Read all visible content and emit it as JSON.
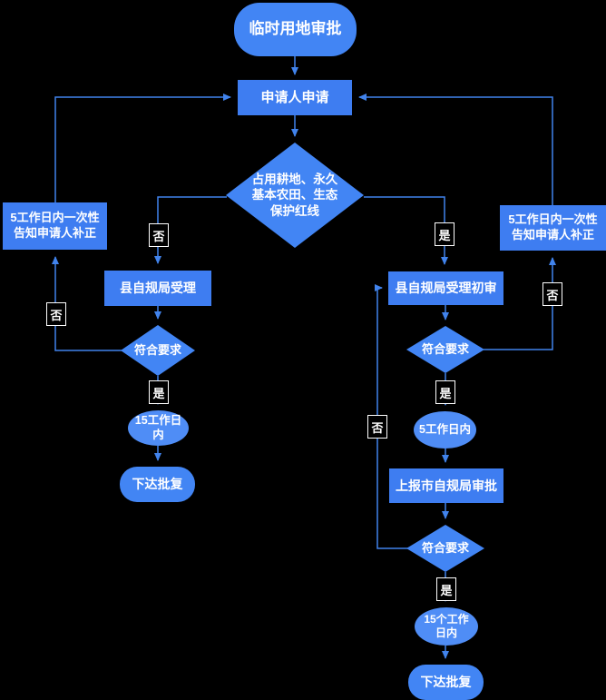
{
  "diagram": {
    "type": "flowchart",
    "title": "临时用地审批",
    "colors": {
      "background": "#000000",
      "terminator_fill": "#4285f4",
      "process_fill": "#3e7df1",
      "decision_fill": "#4285f4",
      "delay_fill": "#4f8df6",
      "line": "#4183ec",
      "text": "#ffffff",
      "edge_label_border": "#ffffff",
      "edge_label_bg": "#000000"
    },
    "nodes": {
      "start": {
        "label": "临时用地审批"
      },
      "apply": {
        "label": "申请人申请"
      },
      "check_redline": {
        "lines": [
          "占用耕地、永久",
          "基本农田、生态",
          "保护红线"
        ]
      },
      "notify_left": {
        "lines": [
          "5工作日内一次性",
          "告知申请人补正"
        ]
      },
      "notify_right": {
        "lines": [
          "5工作日内一次性",
          "告知申请人补正"
        ]
      },
      "county_accept": {
        "label": "县自规局受理"
      },
      "meet_left": {
        "label": "符合要求"
      },
      "days15_left": {
        "lines": [
          "15工作日",
          "内"
        ]
      },
      "issue_left": {
        "label": "下达批复"
      },
      "county_review": {
        "label": "县自规局受理初审"
      },
      "meet_right1": {
        "label": "符合要求"
      },
      "days5_right": {
        "label": "5工作日内"
      },
      "report_city": {
        "label": "上报市自规局审批"
      },
      "meet_right2": {
        "label": "符合要求"
      },
      "days15_right": {
        "lines": [
          "15个工作",
          "日内"
        ]
      },
      "issue_right": {
        "label": "下达批复"
      }
    },
    "edge_labels": {
      "yes": "是",
      "no": "否"
    }
  }
}
